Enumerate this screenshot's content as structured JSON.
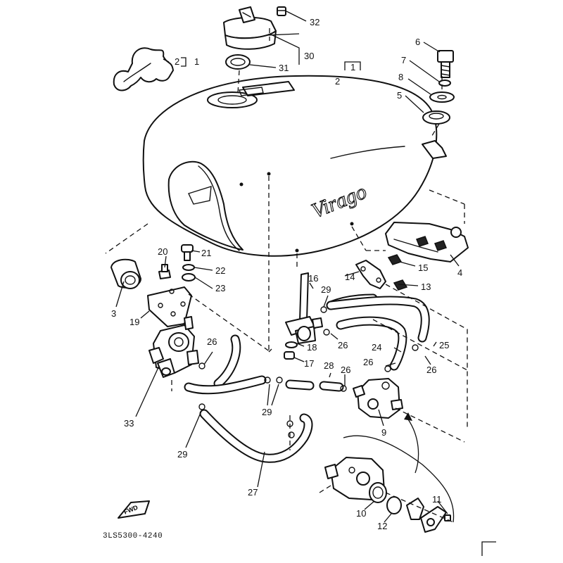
{
  "diagram": {
    "code": "3LS5300-4240",
    "brand_script": "Virago",
    "fwd_label": "FWD",
    "labels": {
      "l1": "1",
      "l2a": "2",
      "l1b": "1",
      "l2b": "2",
      "l3": "3",
      "l4": "4",
      "l5": "5",
      "l6": "6",
      "l7": "7",
      "l8": "8",
      "l9": "9",
      "l10": "10",
      "l11": "11",
      "l12": "12",
      "l13": "13",
      "l14": "14",
      "l15": "15",
      "l16": "16",
      "l17": "17",
      "l18": "18",
      "l19": "19",
      "l20": "20",
      "l21": "21",
      "l22": "22",
      "l23": "23",
      "l24": "24",
      "l25": "25",
      "l26a": "26",
      "l26b": "26",
      "l26c": "26",
      "l26d": "26",
      "l26e": "26",
      "l27": "27",
      "l28": "28",
      "l29a": "29",
      "l29b": "29",
      "l29c": "29",
      "l30": "30",
      "l31": "31",
      "l32": "32",
      "l33": "33"
    }
  }
}
